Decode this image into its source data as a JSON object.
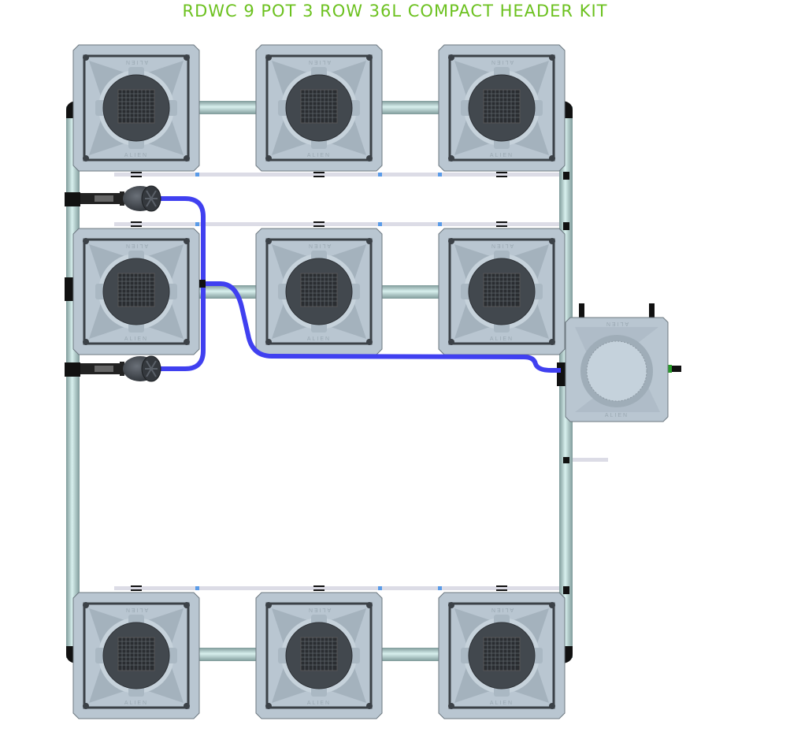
{
  "title": "RDWC 9 POT 3 ROW 36L COMPACT HEADER KIT",
  "pot_brand": "ALIEN",
  "pots": [
    {
      "id": "top-1",
      "row": "top"
    },
    {
      "id": "top-2",
      "row": "top"
    },
    {
      "id": "top-3",
      "row": "top"
    },
    {
      "id": "middle-1",
      "row": "middle"
    },
    {
      "id": "middle-2",
      "row": "middle"
    },
    {
      "id": "middle-3",
      "row": "middle"
    },
    {
      "id": "bottom-1",
      "row": "bottom"
    },
    {
      "id": "bottom-2",
      "row": "bottom"
    },
    {
      "id": "bottom-3",
      "row": "bottom"
    }
  ],
  "control_bucket": {
    "id": "control-bucket"
  },
  "pumps": [
    {
      "id": "pump-upper"
    },
    {
      "id": "pump-lower"
    }
  ],
  "colors": {
    "title": "#6cc11f",
    "hose": "#4040f0",
    "pipe": "#a9c4c4",
    "pot": "#b9c6d1",
    "lid": "#3c4248",
    "rail": "#dcdce6"
  }
}
